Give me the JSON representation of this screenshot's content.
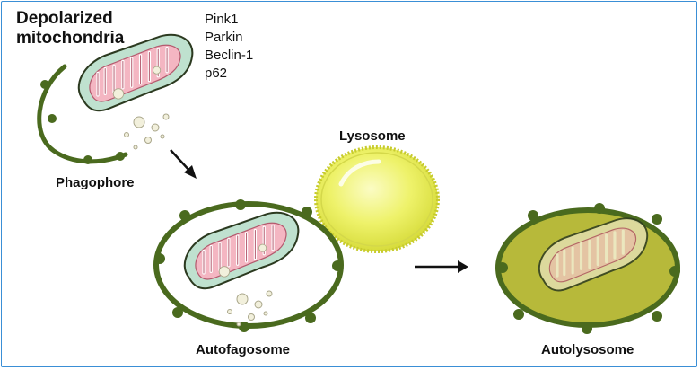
{
  "title_lines": [
    "Depolarized",
    "mitochondria"
  ],
  "proteins": [
    "Pink1",
    "Parkin",
    "Beclin-1",
    "p62"
  ],
  "labels": {
    "phagophore": "Phagophore",
    "lysosome": "Lysosome",
    "autofagosome": "Autofagosome",
    "autolysosome": "Autolysosome"
  },
  "colors": {
    "membrane": "#4a6a1e",
    "mito_outer": "#bfe1cf",
    "mito_cristae": "#f4b6c2",
    "lysosome": "#eef26a",
    "autolysosome_fill": "#b7b93a",
    "frame": "#3a8fd6"
  }
}
